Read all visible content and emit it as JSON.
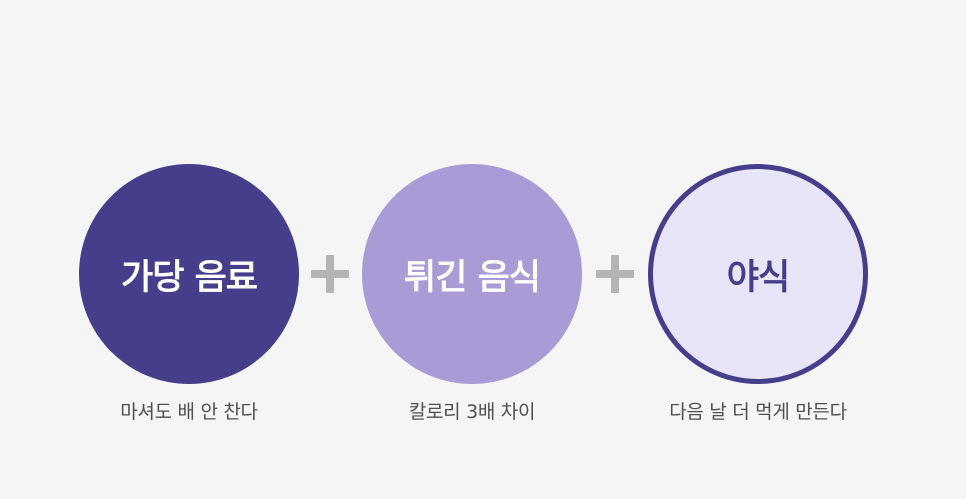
{
  "items": [
    {
      "title": "가당 음료",
      "caption": "마셔도 배 안 찬다"
    },
    {
      "title": "튀긴 음식",
      "caption": "칼로리 3배 차이"
    },
    {
      "title": "야식",
      "caption": "다음 날 더 먹게 만든다"
    }
  ],
  "operator": "+",
  "colors": {
    "background": "#f6f5f6",
    "dark_purple": "#453e8a",
    "medium_purple": "#a99bd6",
    "light_purple": "#e9e5f8",
    "plus_gray": "#b4b4b4",
    "caption_text": "#505050"
  }
}
